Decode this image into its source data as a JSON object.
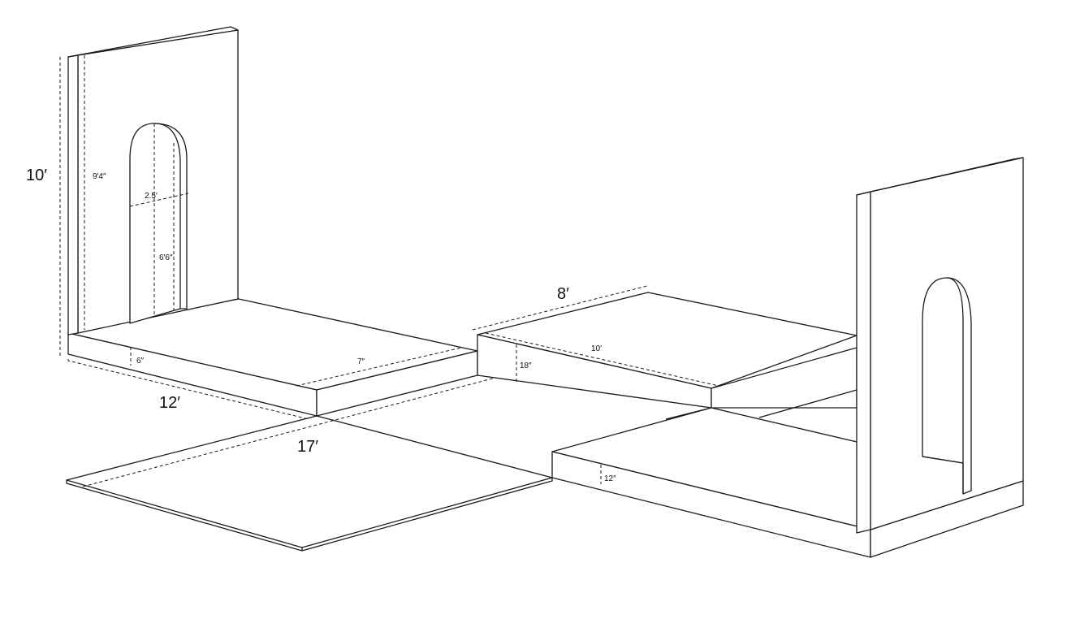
{
  "labels": {
    "wall_height": "10′",
    "inner_height": "9′4″",
    "arch_width": "2.5′",
    "arch_height": "6′6″",
    "platform_depth": "12′",
    "platform_thickness": "6″",
    "step_offset": "7″",
    "floor_length": "17′",
    "top_depth": "8′",
    "top_length": "10′",
    "top_height": "18″",
    "right_height": "12″"
  }
}
